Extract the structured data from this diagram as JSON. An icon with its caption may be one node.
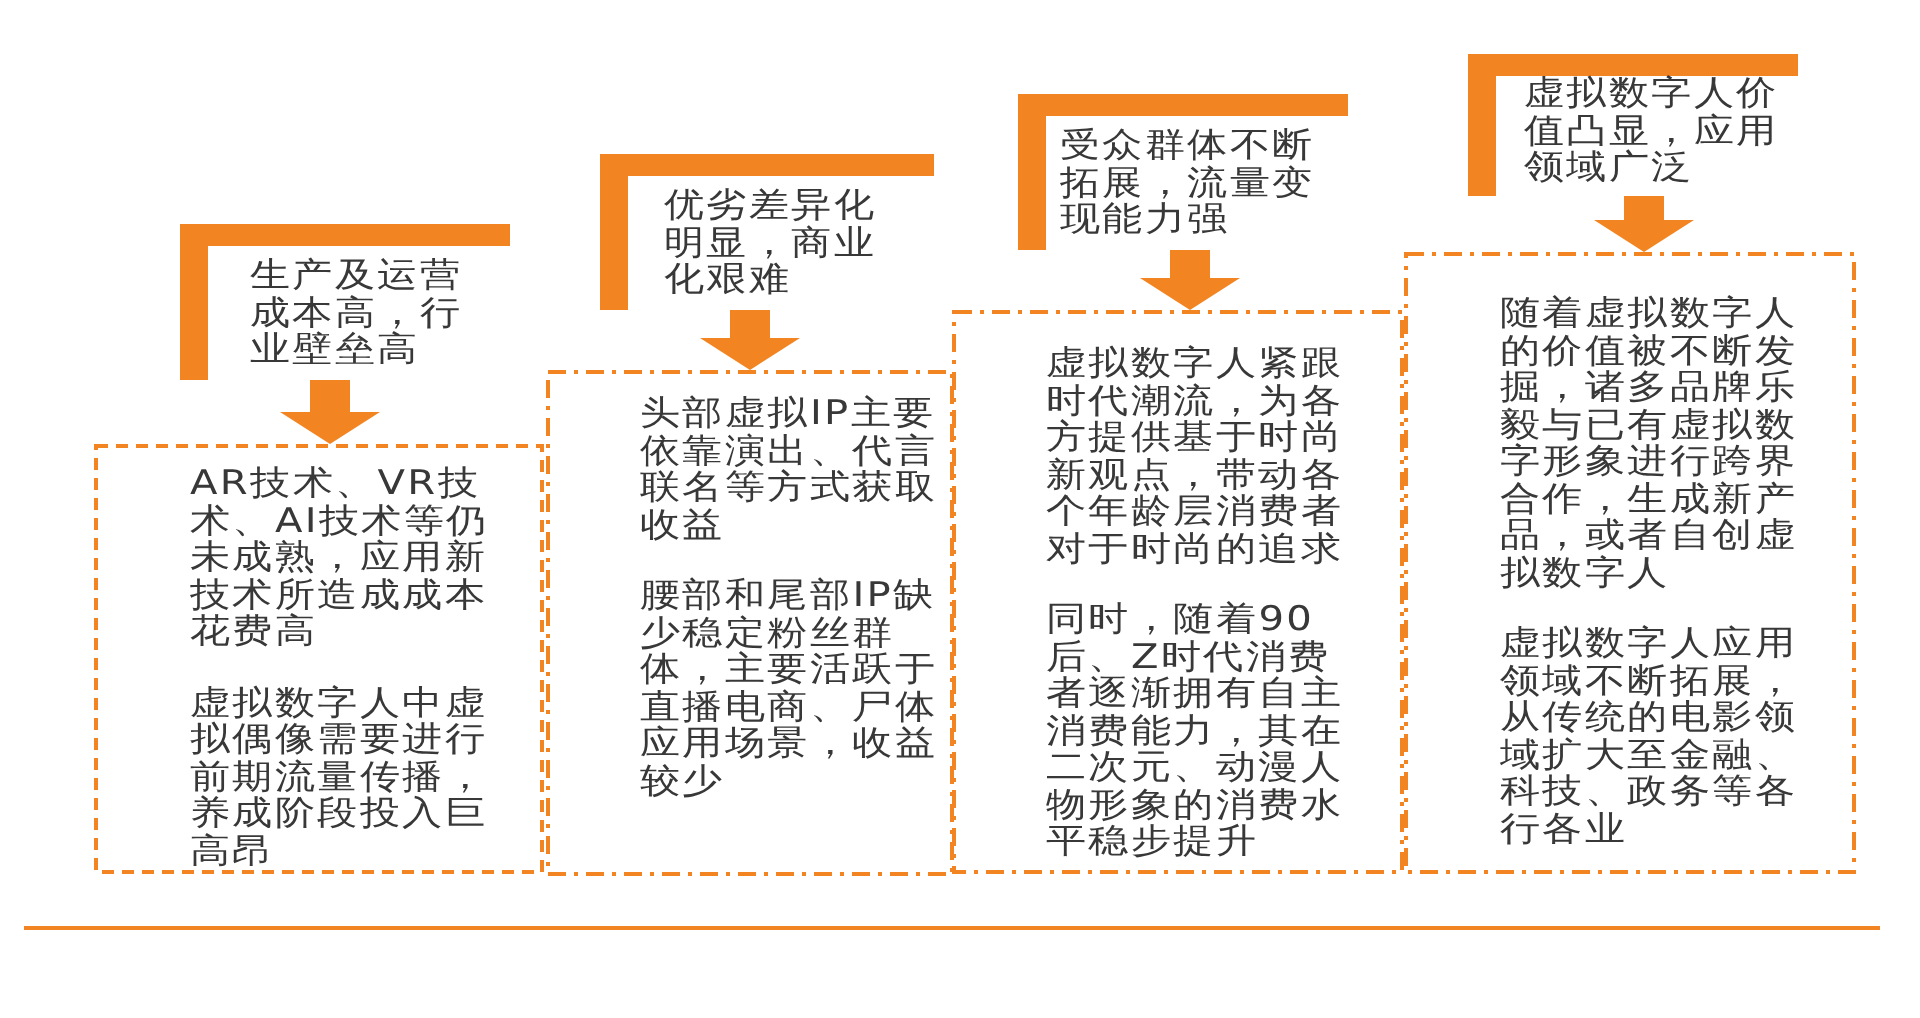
{
  "diagram": {
    "nodes": [
      {
        "text": [
          "生产及运营成本高，行业壁垒高"
        ]
      },
      {
        "text": [
          "AR技术、VR技术、AI技术等仍未成熟，应用新技术所造成成本花费高",
          "虚拟数字人中虚拟偶像需要进行前期流量传播，养成阶段投入巨高昂"
        ]
      },
      {
        "text": [
          "优劣差异化明显，商业化艰难"
        ]
      },
      {
        "text": [
          "头部虚拟IP主要依靠演出、代言联名等方式获取收益",
          "腰部和尾部IP缺少稳定粉丝群体，主要活跃于直播电商、尸体应用场景，收益较少"
        ]
      },
      {
        "text": [
          "受众群体不断拓展，流量变现能力强"
        ]
      },
      {
        "text": [
          "虚拟数字人紧跟时代潮流，为各方提供基于时尚新观点，带动各个年龄层消费者对于时尚的追求",
          "同时，随着90后、Z时代消费者逐渐拥有自主消费能力，其在二次元、动漫人物形象的消费水平稳步提升"
        ]
      },
      {
        "text": [
          "虚拟数字人价值凸显，应用领域广泛"
        ]
      },
      {
        "text": [
          "随着虚拟数字人的价值被不断发掘，诸多品牌乐毅与已有虚拟数字形象进行跨界合作，生成新产品，或者自创虚拟数字人",
          "虚拟数字人应用领域不断拓展，从传统的电影领域扩大至金融、科技、政务等各行各业"
        ]
      }
    ],
    "edges": [
      {
        "from": 0,
        "to": 1,
        "arrow": "to"
      },
      {
        "from": 2,
        "to": 3,
        "arrow": "to"
      },
      {
        "from": 4,
        "to": 5,
        "arrow": "to"
      },
      {
        "from": 6,
        "to": 7,
        "arrow": "to"
      }
    ]
  }
}
